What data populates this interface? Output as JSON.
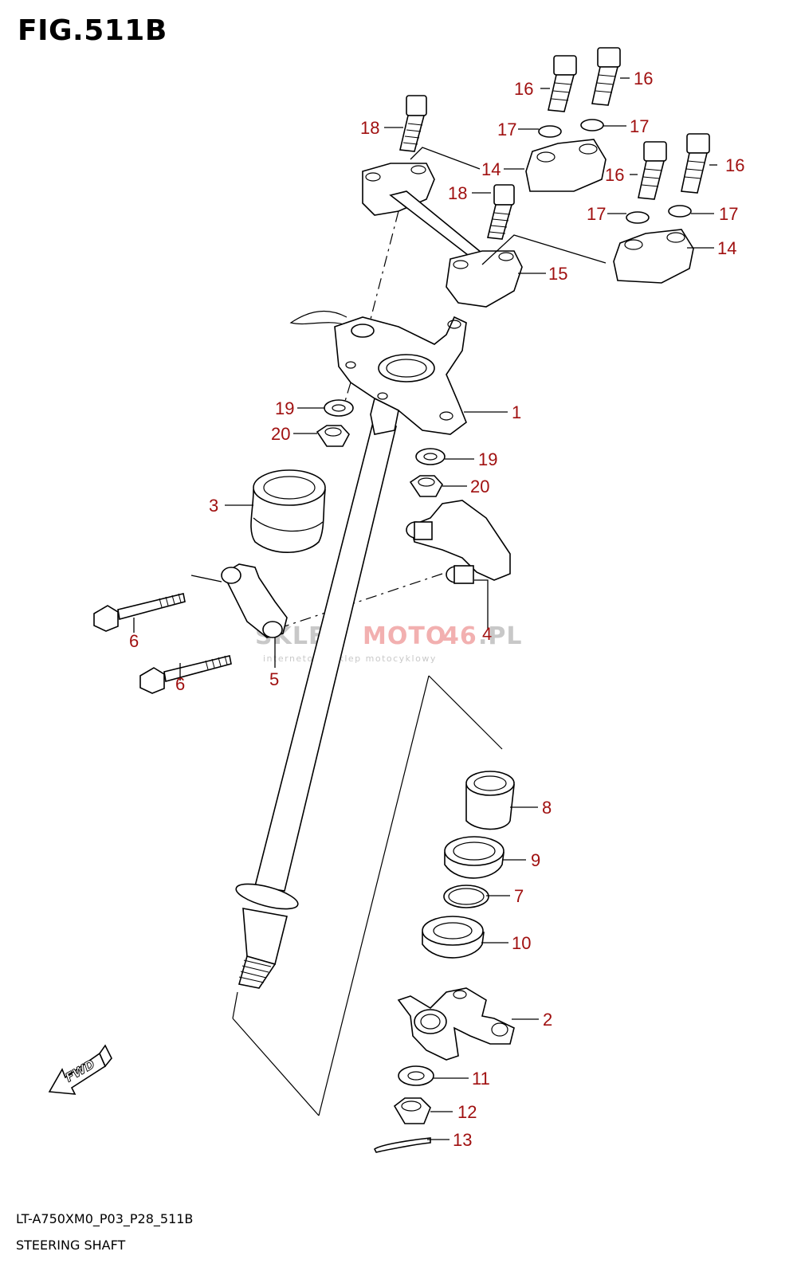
{
  "figure": {
    "title": "FIG.511B",
    "code": "LT-A750XM0_P03_P28_511B",
    "section": "STEERING SHAFT"
  },
  "colors": {
    "label": "#a01010",
    "line": "#000000",
    "watermark_gray": "#c8c8c8",
    "watermark_red": "#f2b0b0"
  },
  "watermark": {
    "part1": "SKLEP",
    "part2": "MOTO",
    "part3": "46",
    "part4": ".PL",
    "tagline": "internetowy sklep motocyklowy"
  },
  "fwd_label": "FWD",
  "callouts": [
    {
      "id": "c16a",
      "text": "16"
    },
    {
      "id": "c16b",
      "text": "16"
    },
    {
      "id": "c17a",
      "text": "17"
    },
    {
      "id": "c17b",
      "text": "17"
    },
    {
      "id": "c18a",
      "text": "18"
    },
    {
      "id": "c14a",
      "text": "14"
    },
    {
      "id": "c16c",
      "text": "16"
    },
    {
      "id": "c16d",
      "text": "16"
    },
    {
      "id": "c17c",
      "text": "17"
    },
    {
      "id": "c17d",
      "text": "17"
    },
    {
      "id": "c18b",
      "text": "18"
    },
    {
      "id": "c14b",
      "text": "14"
    },
    {
      "id": "c15",
      "text": "15"
    },
    {
      "id": "c1",
      "text": "1"
    },
    {
      "id": "c19a",
      "text": "19"
    },
    {
      "id": "c20a",
      "text": "20"
    },
    {
      "id": "c19b",
      "text": "19"
    },
    {
      "id": "c20b",
      "text": "20"
    },
    {
      "id": "c3",
      "text": "3"
    },
    {
      "id": "c4",
      "text": "4"
    },
    {
      "id": "c6a",
      "text": "6"
    },
    {
      "id": "c6b",
      "text": "6"
    },
    {
      "id": "c5",
      "text": "5"
    },
    {
      "id": "c8",
      "text": "8"
    },
    {
      "id": "c9",
      "text": "9"
    },
    {
      "id": "c7",
      "text": "7"
    },
    {
      "id": "c10",
      "text": "10"
    },
    {
      "id": "c2",
      "text": "2"
    },
    {
      "id": "c11",
      "text": "11"
    },
    {
      "id": "c12",
      "text": "12"
    },
    {
      "id": "c13",
      "text": "13"
    }
  ]
}
